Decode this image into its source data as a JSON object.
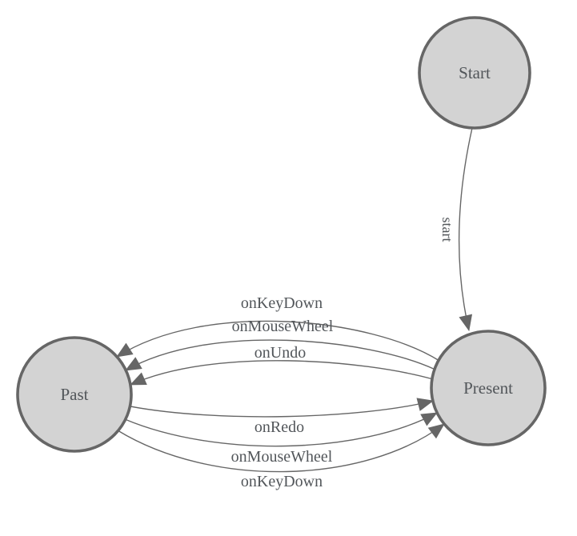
{
  "diagram": {
    "kind": "state-diagram",
    "colors": {
      "background": "#ffffff",
      "node_fill": "#d3d3d3",
      "node_border": "#666666",
      "edge_stroke": "#666666",
      "arrowhead_fill": "#666666",
      "label_text": "#52565a"
    },
    "nodes": [
      {
        "id": "start",
        "label": "Start"
      },
      {
        "id": "past",
        "label": "Past"
      },
      {
        "id": "present",
        "label": "Present"
      }
    ],
    "edges": [
      {
        "from": "Start",
        "to": "Present",
        "label": "start"
      },
      {
        "from": "Present",
        "to": "Past",
        "label": "onKeyDown"
      },
      {
        "from": "Present",
        "to": "Past",
        "label": "onMouseWheel"
      },
      {
        "from": "Present",
        "to": "Past",
        "label": "onUndo"
      },
      {
        "from": "Past",
        "to": "Present",
        "label": "onRedo"
      },
      {
        "from": "Past",
        "to": "Present",
        "label": "onMouseWheel"
      },
      {
        "from": "Past",
        "to": "Present",
        "label": "onKeyDown"
      }
    ]
  }
}
